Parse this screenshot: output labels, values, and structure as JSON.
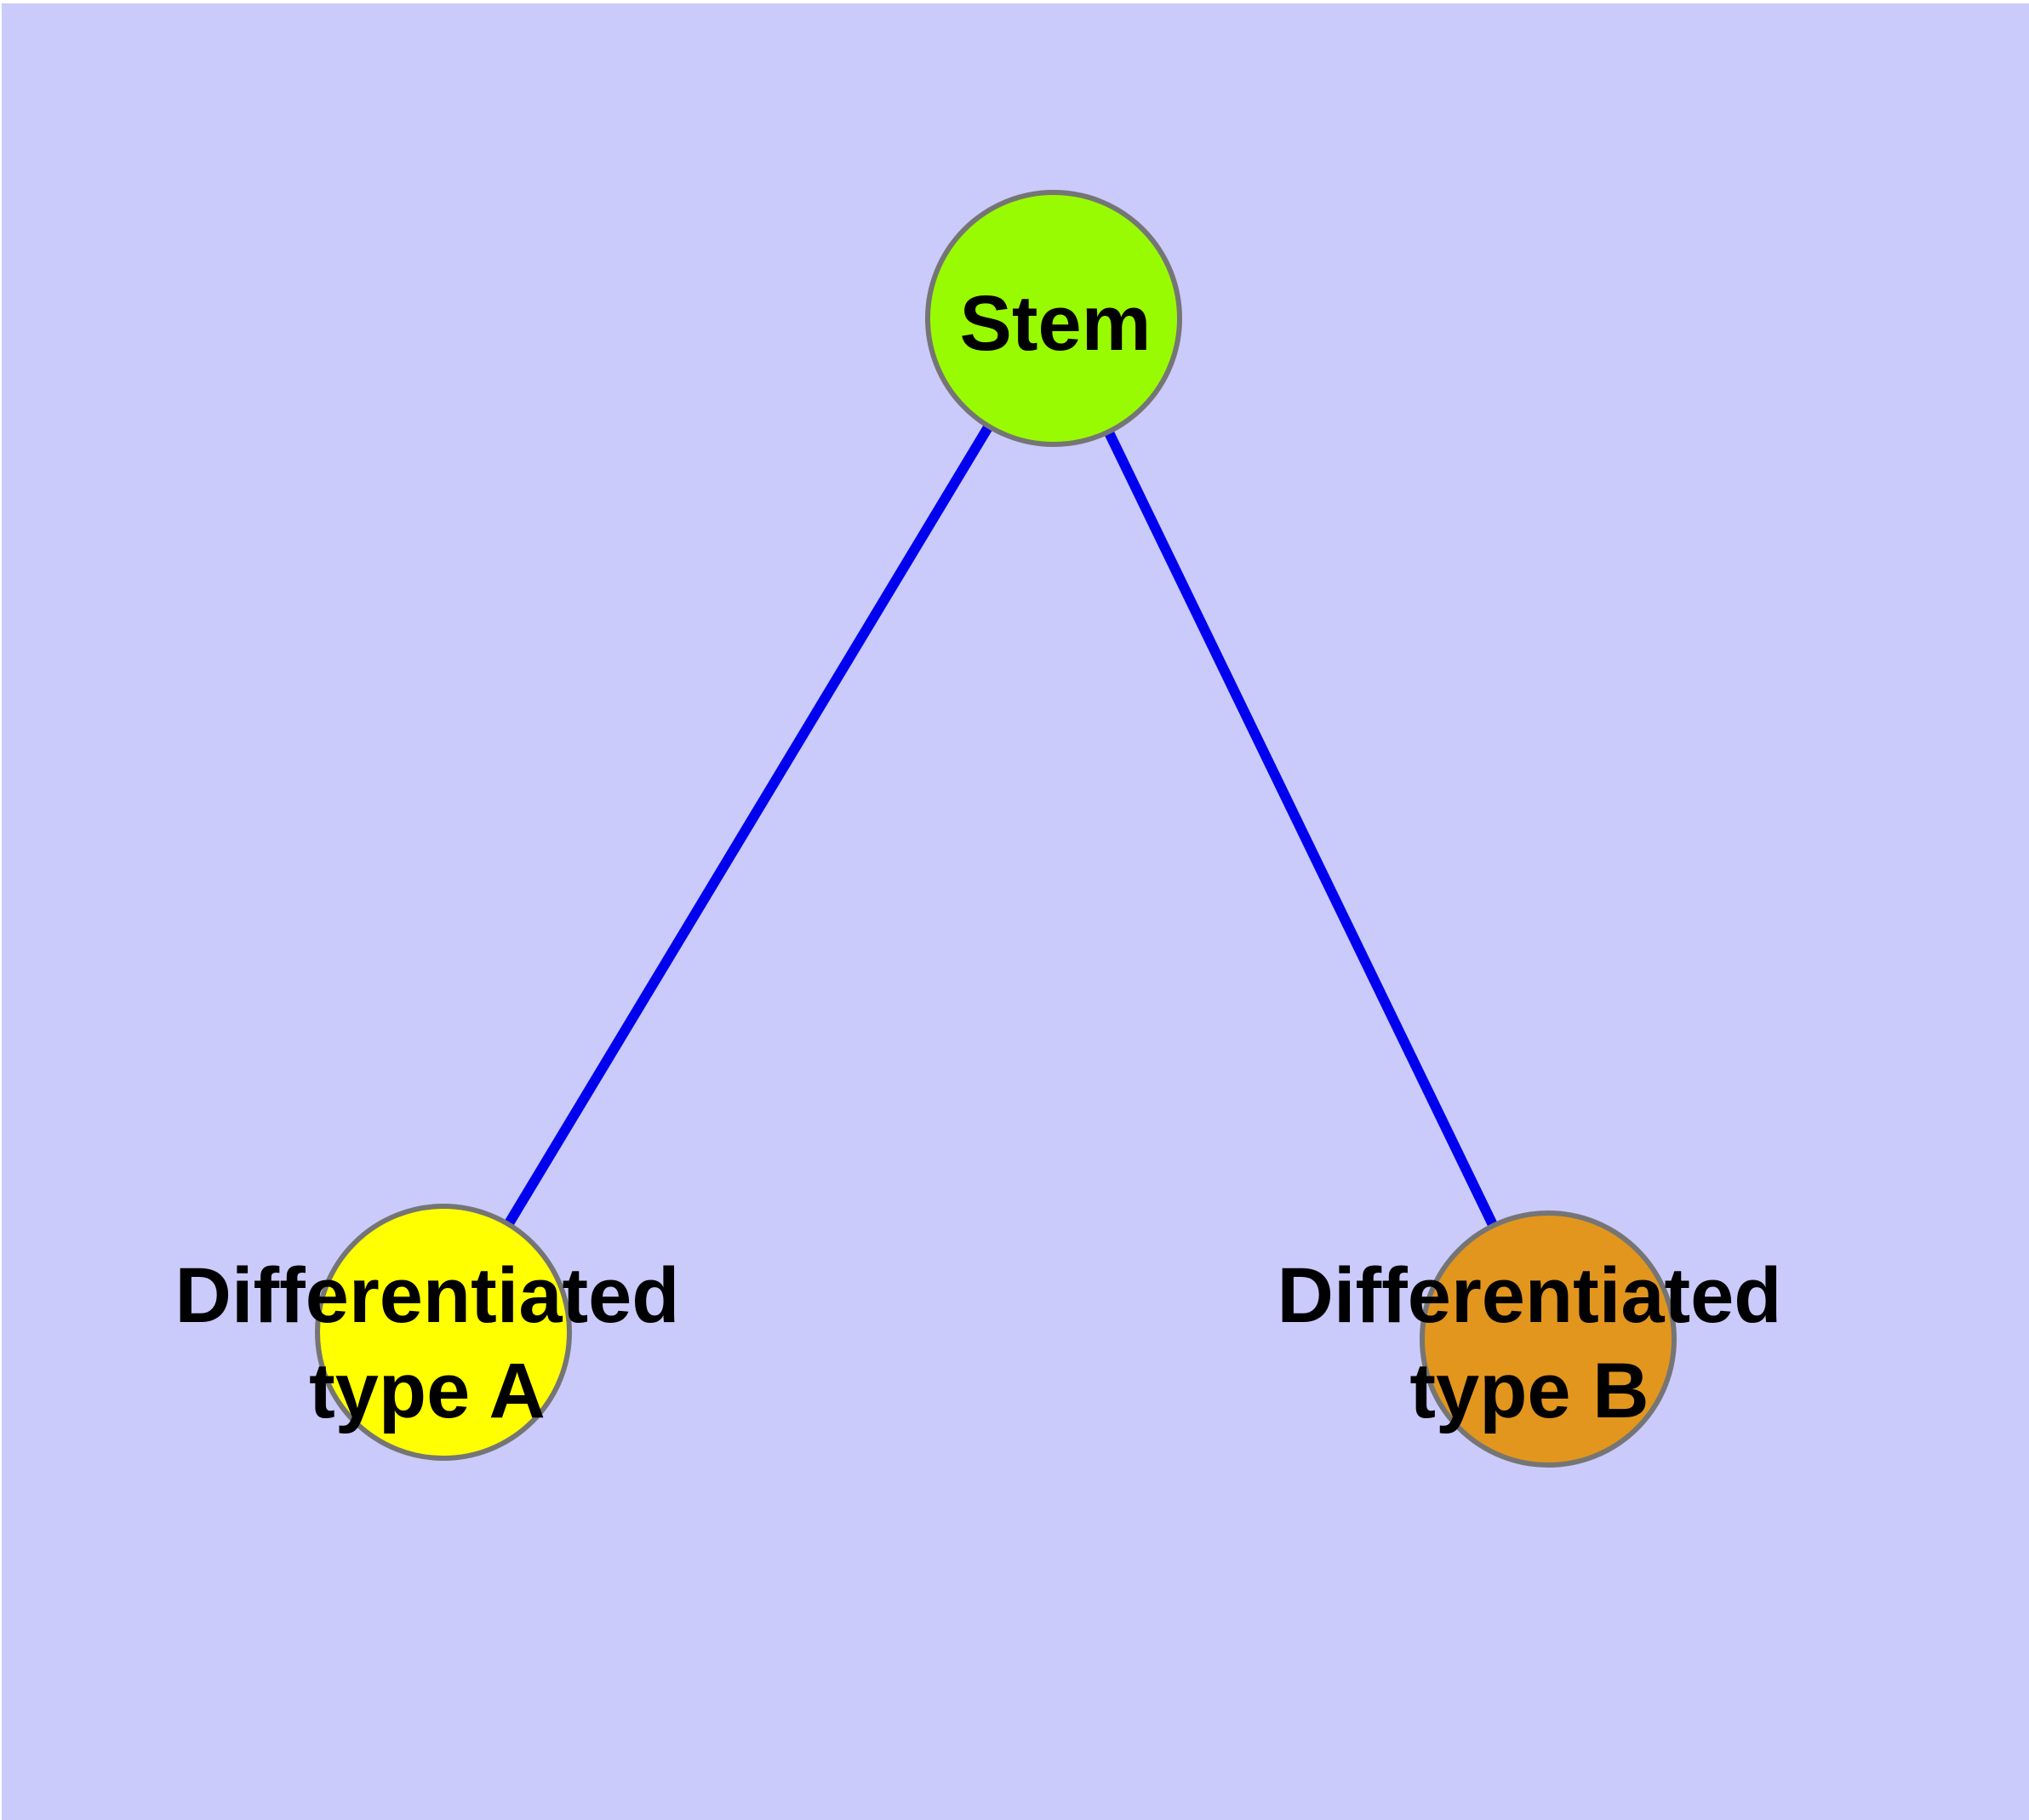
{
  "diagram": {
    "nodes": [
      {
        "id": "stem",
        "label": "Stem",
        "fill": "#99FB01"
      },
      {
        "id": "type_a",
        "label_line1": "Differentiated",
        "label_line2": "type A",
        "fill": "#FFFF00"
      },
      {
        "id": "type_b",
        "label_line1": "Differentiated",
        "label_line2": "type B",
        "fill": "#E2961E"
      }
    ],
    "edges": [
      {
        "from": "stem",
        "to": "type_a"
      },
      {
        "from": "stem",
        "to": "type_b"
      }
    ],
    "colors": {
      "background": "#CACAFB",
      "edge": "#0000EE",
      "node_border": "#757575",
      "label_text": "#000000"
    }
  }
}
